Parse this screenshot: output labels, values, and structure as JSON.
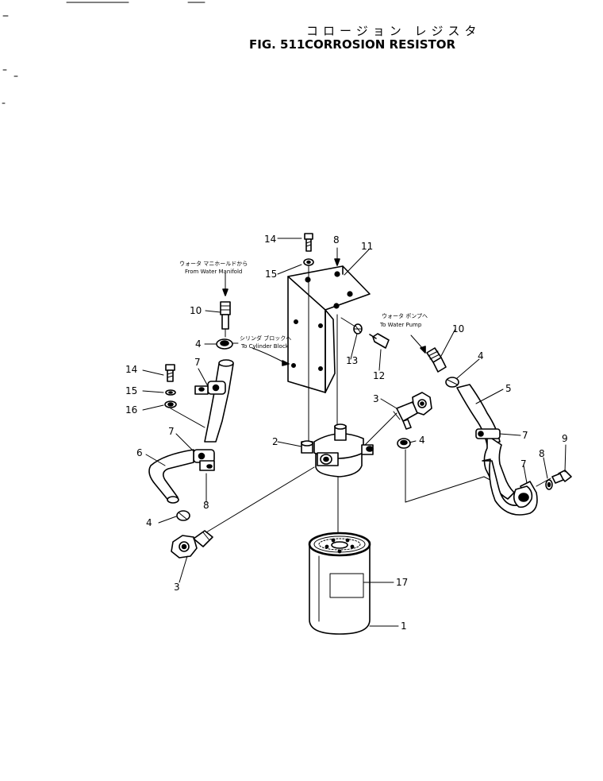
{
  "title": {
    "japanese": "コロージョン レジスタ",
    "figure": "FIG. 511",
    "english": "CORROSION RESISTOR"
  },
  "notes": {
    "from_manifold_jp": "ウォータ マニホールドから",
    "from_manifold_en": "From Water Manifold",
    "to_cylinder_jp": "シリンダ ブロックへ",
    "to_cylinder_en": "To Cylinder Block",
    "to_pump_jp": "ウォータ ポンプへ",
    "to_pump_en": "To Water Pump"
  },
  "callouts": {
    "c1": "1",
    "c2": "2",
    "c3a": "3",
    "c3b": "3",
    "c4a": "4",
    "c4b": "4",
    "c4c": "4",
    "c4d": "4",
    "c5": "5",
    "c6": "6",
    "c7a": "7",
    "c7b": "7",
    "c7c": "7",
    "c7d": "7",
    "c8a": "8",
    "c8b": "8",
    "c8c": "8",
    "c9": "9",
    "c10a": "10",
    "c10b": "10",
    "c11": "11",
    "c12": "12",
    "c13": "13",
    "c14a": "14",
    "c14b": "14",
    "c15a": "15",
    "c15b": "15",
    "c16": "16",
    "c17": "17"
  }
}
